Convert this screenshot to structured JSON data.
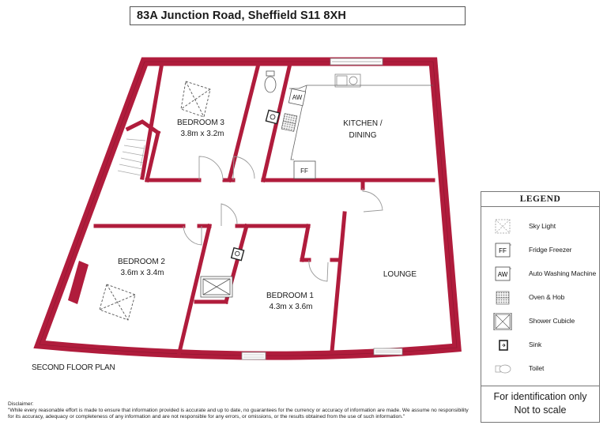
{
  "header": {
    "title": "83A Junction Road, Sheffield S11 8XH"
  },
  "colors": {
    "wall": "#b01c3c",
    "wall_edge": "#6e0f24",
    "text": "#1a1a1a",
    "border": "#777777"
  },
  "plan": {
    "floor_label": "SECOND FLOOR PLAN",
    "rooms": [
      {
        "name": "BEDROOM 3",
        "size": "3.8m x 3.2m"
      },
      {
        "name": "KITCHEN /",
        "name2": "DINING"
      },
      {
        "name": "BEDROOM 2",
        "size": "3.6m x 3.4m"
      },
      {
        "name": "BEDROOM 1",
        "size": "4.3m x 3.6m"
      },
      {
        "name": "LOUNGE"
      }
    ],
    "fixtures": {
      "auto_washing_machine": "AW",
      "fridge_freezer": "FF"
    }
  },
  "legend": {
    "title": "LEGEND",
    "items": [
      {
        "icon": "sky-light-icon",
        "label": "Sky Light"
      },
      {
        "icon": "fridge-freezer-icon",
        "label": "Fridge Freezer",
        "code": "FF"
      },
      {
        "icon": "washing-machine-icon",
        "label": "Auto Washing Machine",
        "code": "AW"
      },
      {
        "icon": "oven-hob-icon",
        "label": "Oven & Hob"
      },
      {
        "icon": "shower-cubicle-icon",
        "label": "Shower Cubicle"
      },
      {
        "icon": "sink-icon",
        "label": "Sink"
      },
      {
        "icon": "toilet-icon",
        "label": "Toilet"
      }
    ],
    "footer_line1": "For identification only",
    "footer_line2": "Not to scale"
  },
  "disclaimer": {
    "heading": "Disclaimer:",
    "text": "\"While every reasonable effort is made to ensure that information provided is accurate and up to date, no guarantees for the currency or accuracy of information are made. We assume no responsibility for its accuracy, adequacy or completeness of any information and are not responsible for any errors, or omissions, or the results obtained from the use of such information.\""
  }
}
